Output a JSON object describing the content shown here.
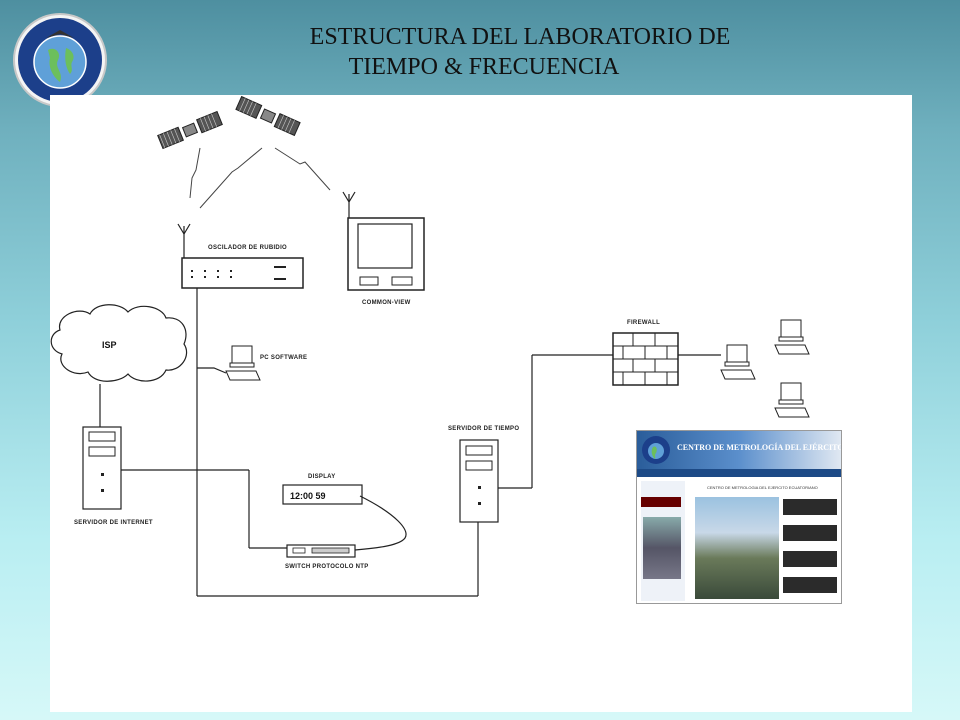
{
  "slide": {
    "title_line1": "ESTRUCTURA DEL LABORATORIO DE",
    "title_line2": "TIEMPO & FRECUENCIA"
  },
  "diagram": {
    "oscillator_label": "OSCILADOR DE RUBIDIO",
    "common_view_label": "COMMON-VIEW",
    "isp_label": "ISP",
    "pc_software_label": "PC SOFTWARE",
    "firewall_label": "FIREWALL",
    "time_server_label": "SERVIDOR DE TIEMPO",
    "internet_server_label": "SERVIDOR DE INTERNET",
    "display_label": "DISPLAY",
    "display_value": "12:00 59",
    "switch_label": "SWITCH PROTOCOLO NTP"
  },
  "website": {
    "header_title": "CENTRO DE METROLOGÍA DEL EJÉRCITO ECUATORIANO",
    "subtitle": "CENTRO DE METROLOGIA DEL EJERCITO ECUATORIANO"
  },
  "colors": {
    "background_top": "#4e8fa0",
    "background_bottom": "#d6f8f8",
    "logo_ring": "#1c3f8a",
    "header_blue": "#2a5d9a"
  }
}
